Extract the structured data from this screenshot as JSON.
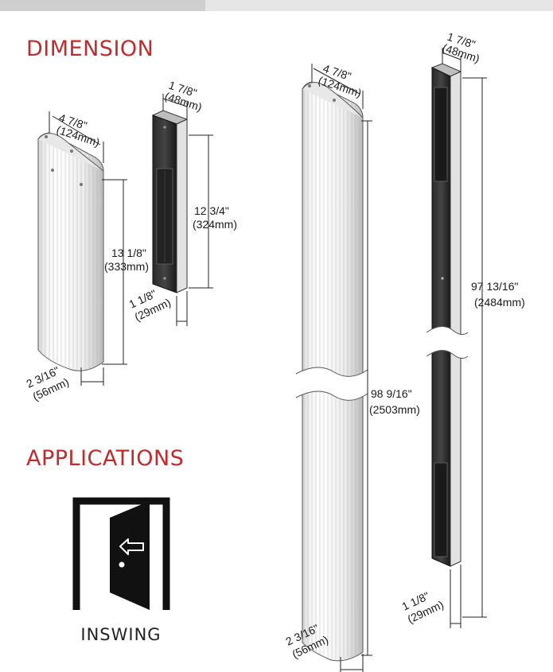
{
  "headings": {
    "dimension": "DIMENSION",
    "applications": "APPLICATIONS"
  },
  "application": {
    "label": "INSWING",
    "icon": "inswing-door-icon"
  },
  "colors": {
    "heading": "#c22b2b",
    "text": "#1a1a1a"
  },
  "short_housing": {
    "width_in": "4 7/8\"",
    "width_mm": "(124mm)",
    "height_in": "13 1/8\"",
    "height_mm": "(333mm)",
    "depth_in": "2 3/16\"",
    "depth_mm": "(56mm)"
  },
  "short_magnet": {
    "width_in": "1 7/8\"",
    "width_mm": "(48mm)",
    "height_in": "12 3/4\"",
    "height_mm": "(324mm)",
    "depth_in": "1 1/8\"",
    "depth_mm": "(29mm)"
  },
  "tall_housing": {
    "width_in": "4 7/8\"",
    "width_mm": "(124mm)",
    "height_in": "98 9/16\"",
    "height_mm": "(2503mm)",
    "depth_in": "2 3/16\"",
    "depth_mm": "(56mm)"
  },
  "tall_magnet": {
    "width_in": "1 7/8\"",
    "width_mm": "(48mm)",
    "height_in": "97 13/16\"",
    "height_mm": "(2484mm)",
    "depth_in": "1 1/8\"",
    "depth_mm": "(29mm)"
  }
}
